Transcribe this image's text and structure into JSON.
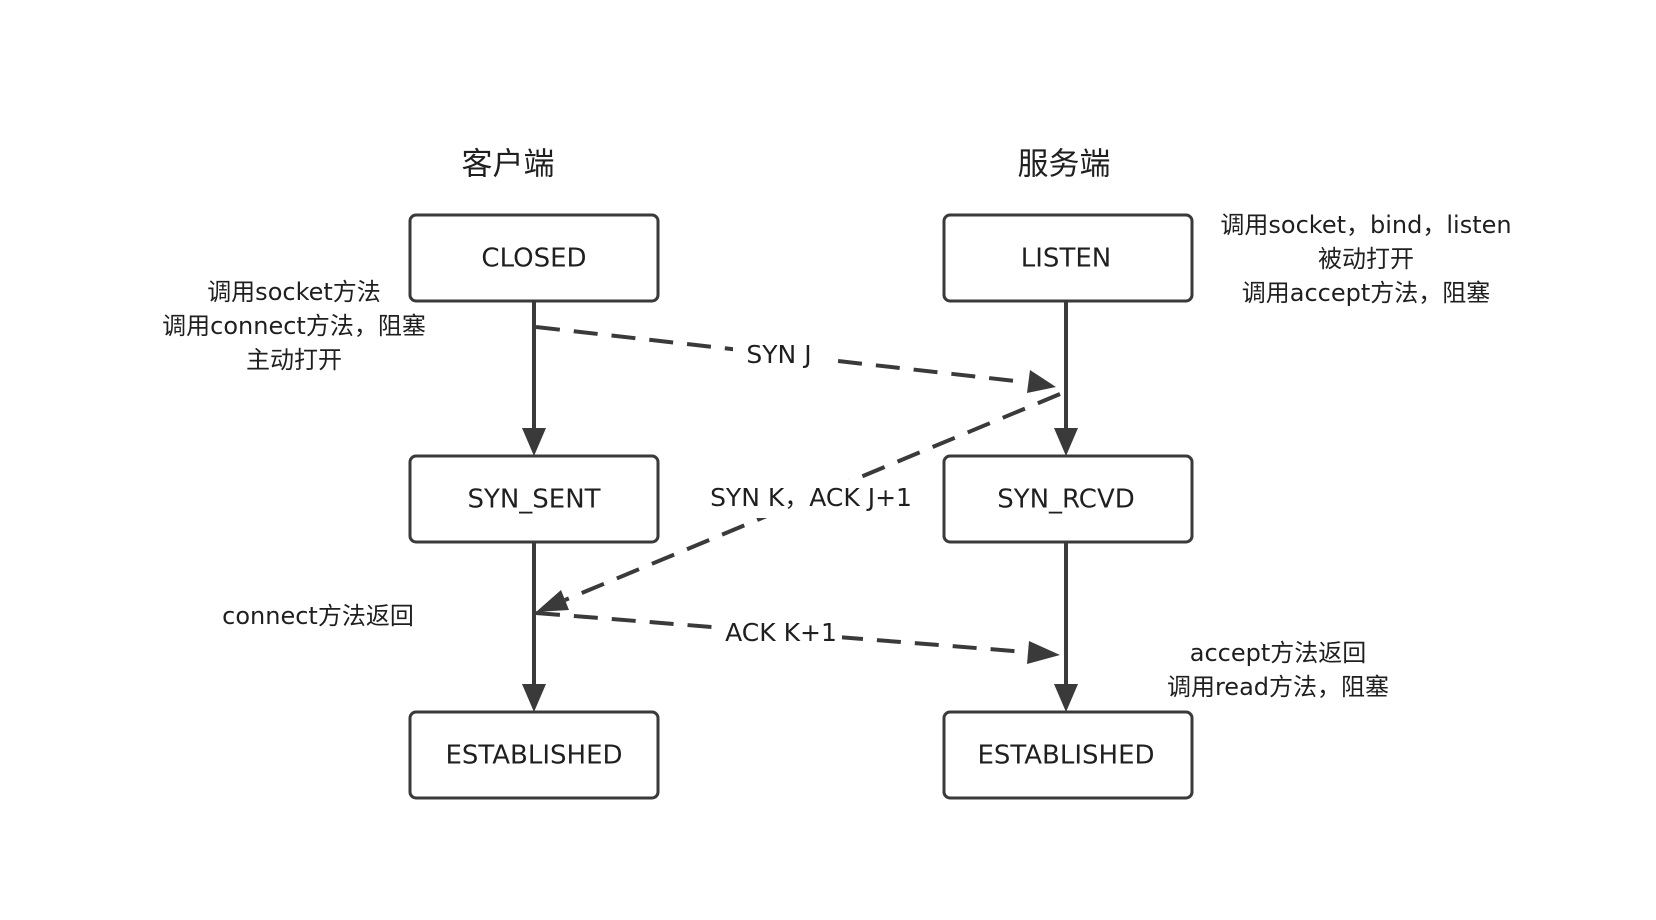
{
  "headers": {
    "client": "客户端",
    "server": "服务端"
  },
  "states": {
    "client_closed": "CLOSED",
    "client_syn_sent": "SYN_SENT",
    "client_established": "ESTABLISHED",
    "server_listen": "LISTEN",
    "server_syn_rcvd": "SYN_RCVD",
    "server_established": "ESTABLISHED"
  },
  "notes": {
    "client_open": [
      "调用socket方法",
      "调用connect方法，阻塞",
      "主动打开"
    ],
    "server_open": [
      "调用socket，bind，listen",
      "被动打开",
      "调用accept方法，阻塞"
    ],
    "client_return": "connect方法返回",
    "server_return": [
      "accept方法返回",
      "调用read方法，阻塞"
    ]
  },
  "messages": {
    "syn": "SYN J",
    "syn_ack": "SYN K，ACK J+1",
    "ack": "ACK K+1"
  },
  "colors": {
    "stroke": "#3a3a3a",
    "text": "#1f1f1f",
    "background": "#ffffff"
  }
}
